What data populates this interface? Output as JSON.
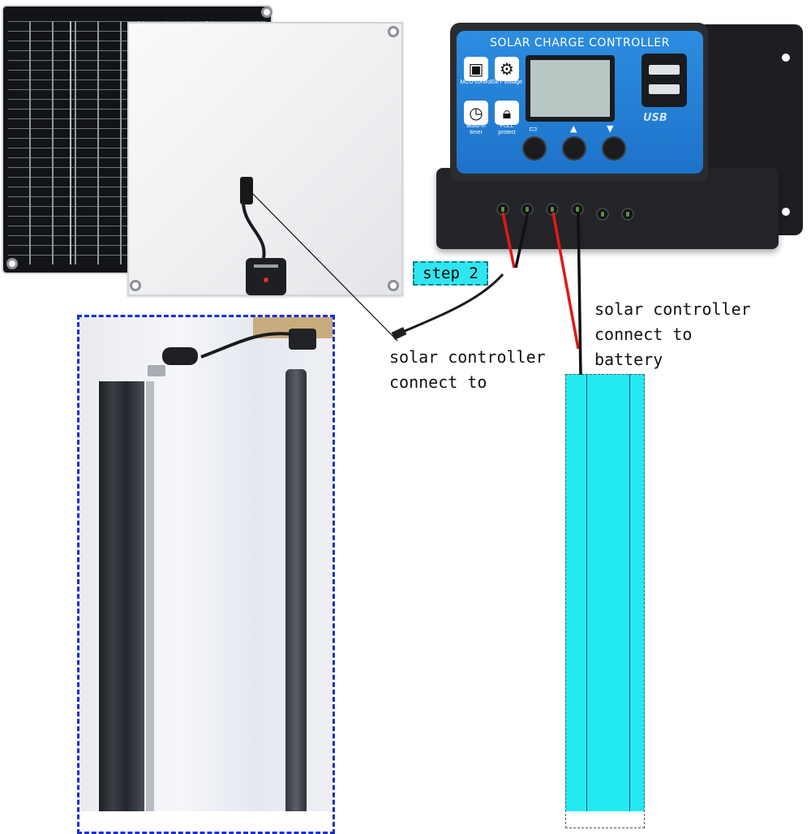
{
  "controller": {
    "title": "SOLAR CHARGE CONTROLLER",
    "badges": [
      {
        "icon": "chip-icon",
        "label": "MCU control"
      },
      {
        "icon": "gear-icon",
        "label": "SET voltage"
      },
      {
        "icon": "clock-icon",
        "label": "Build-in timer"
      },
      {
        "icon": "lock-icon",
        "label": "FULL protect"
      }
    ],
    "usb_label": "USB"
  },
  "labels": {
    "step": "step 2",
    "panel_note": "solar controller\nconnect to",
    "battery_note": "solar controller\nconnect to\nbattery"
  },
  "colors": {
    "battery_fill": "#22e8f2",
    "step_fill": "#2ee6f0",
    "frame_blue": "#1a2fd6",
    "wire_red": "#e01818",
    "wire_black": "#111111"
  }
}
